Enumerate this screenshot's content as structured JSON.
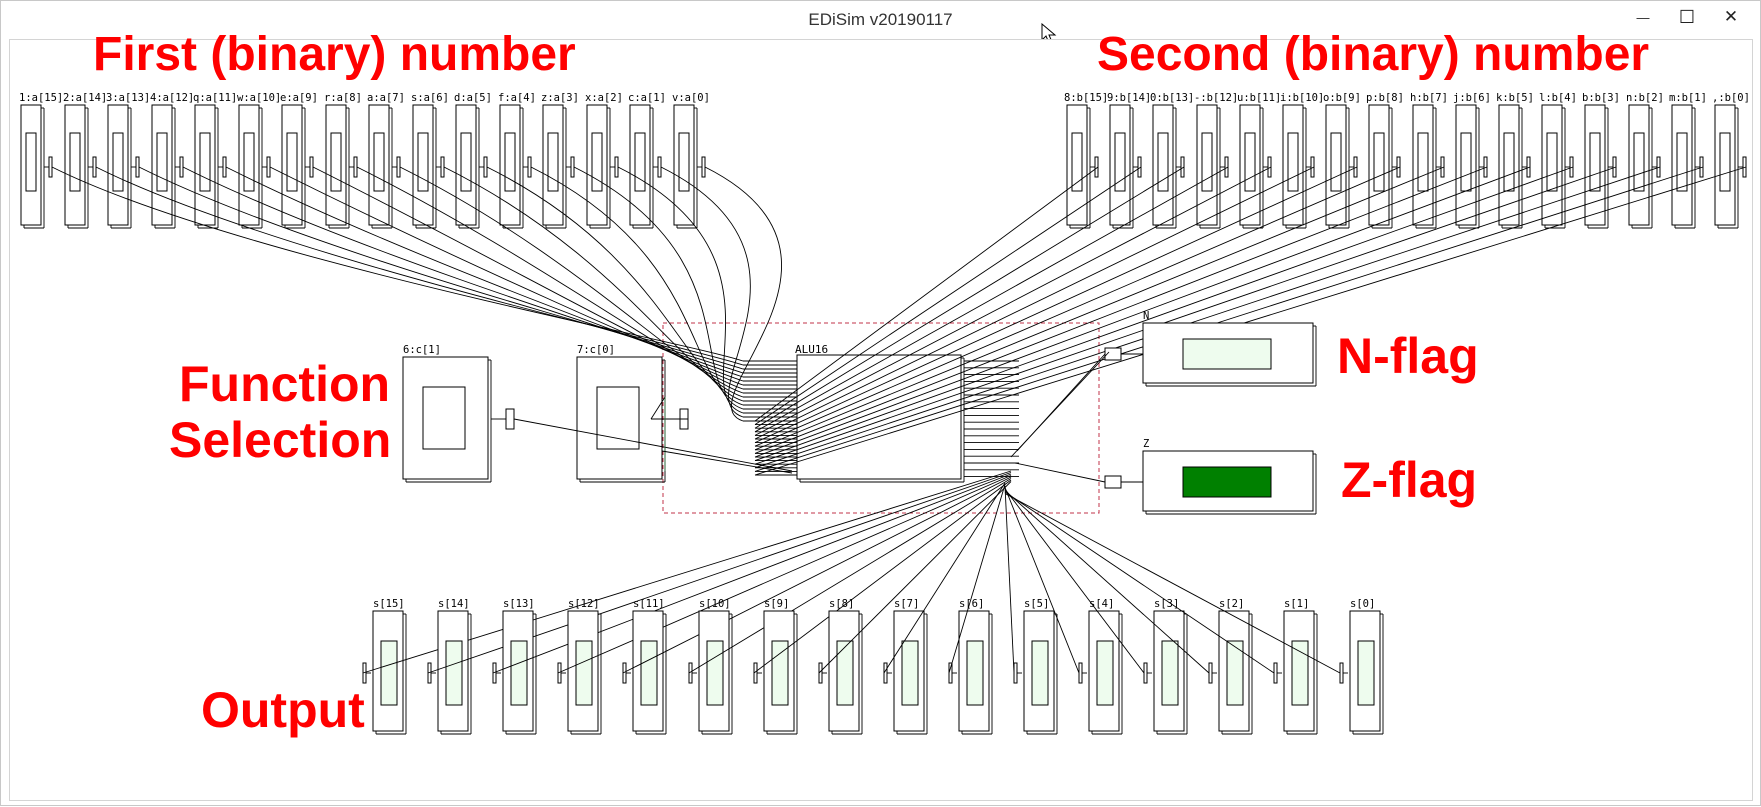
{
  "window": {
    "title": "EDiSim v20190117",
    "minimize_glyph": "—",
    "maximize_glyph": "☐",
    "close_glyph": "✕"
  },
  "annotations": {
    "first_number": "First (binary) number",
    "second_number": "Second (binary) number",
    "function_line1": "Function",
    "function_line2": "Selection",
    "output": "Output",
    "n_flag": "N-flag",
    "z_flag": "Z-flag"
  },
  "circuit": {
    "a_inputs": [
      "1:a[15]",
      "2:a[14]",
      "3:a[13]",
      "4:a[12]",
      "q:a[11]",
      "w:a[10]",
      "e:a[9]",
      "r:a[8]",
      "a:a[7]",
      "s:a[6]",
      "d:a[5]",
      "f:a[4]",
      "z:a[3]",
      "x:a[2]",
      "c:a[1]",
      "v:a[0]"
    ],
    "b_inputs": [
      "8:b[15]",
      "9:b[14]",
      "0:b[13]",
      "-:b[12]",
      "u:b[11]",
      "i:b[10]",
      "o:b[9]",
      "p:b[8]",
      "h:b[7]",
      "j:b[6]",
      "k:b[5]",
      "l:b[4]",
      "b:b[3]",
      "n:b[2]",
      "m:b[1]",
      ",:b[0]"
    ],
    "func_inputs": [
      "6:c[1]",
      "7:c[0]"
    ],
    "alu_label": "ALU16",
    "outputs": [
      "s[15]",
      "s[14]",
      "s[13]",
      "s[12]",
      "s[11]",
      "s[10]",
      "s[9]",
      "s[8]",
      "s[7]",
      "s[6]",
      "s[5]",
      "s[4]",
      "s[3]",
      "s[2]",
      "s[1]",
      "s[0]"
    ],
    "n_flag_label": "N",
    "z_flag_label": "Z",
    "n_flag_on": false,
    "z_flag_on": true,
    "colors": {
      "led_off": "#eefcee",
      "led_on": "#008000",
      "wire": "#000000",
      "selection": "#c0334a",
      "box": "#000000"
    }
  }
}
